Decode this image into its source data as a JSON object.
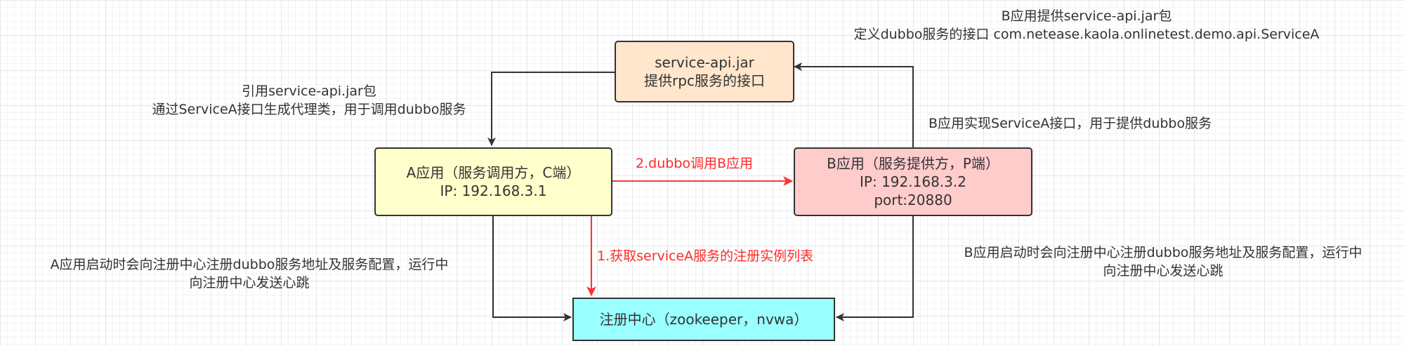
{
  "colors": {
    "api_box_fill": "#ffe6cc",
    "a_box_fill": "#ffffcc",
    "b_box_fill": "#ffcccc",
    "registry_fill": "#99ffff",
    "stroke": "#333333",
    "red_arrow": "#ff3333"
  },
  "nodes": {
    "api_jar": {
      "line1": "service-api.jar",
      "line2": "提供rpc服务的接口"
    },
    "app_a": {
      "line1": "A应用（服务调用方，C端）",
      "line2": "IP: 192.168.3.1"
    },
    "app_b": {
      "line1": "B应用（服务提供方，P端）",
      "line2": "IP: 192.168.3.2",
      "line3": "port:20880"
    },
    "registry": {
      "label": "注册中心（zookeeper，nvwa）"
    }
  },
  "labels": {
    "b_provides": {
      "line1": "B应用提供service-api.jar包",
      "line2": "定义dubbo服务的接口 com.netease.kaola.onlinetest.demo.api.ServiceA"
    },
    "a_references": {
      "line1": "引用service-api.jar包",
      "line2": "通过ServiceA接口生成代理类，用于调用dubbo服务"
    },
    "b_implements": "B应用实现ServiceA接口，用于提供dubbo服务",
    "call": "2.dubbo调用B应用",
    "fetch": "1.获取serviceA服务的注册实例列表",
    "a_register": {
      "line1": "A应用启动时会向注册中心注册dubbo服务地址及服务配置，运行中",
      "line2": "向注册中心发送心跳"
    },
    "b_register": {
      "line1": "B应用启动时会向注册中心注册dubbo服务地址及服务配置，运行中",
      "line2": "向注册中心发送心跳"
    }
  }
}
